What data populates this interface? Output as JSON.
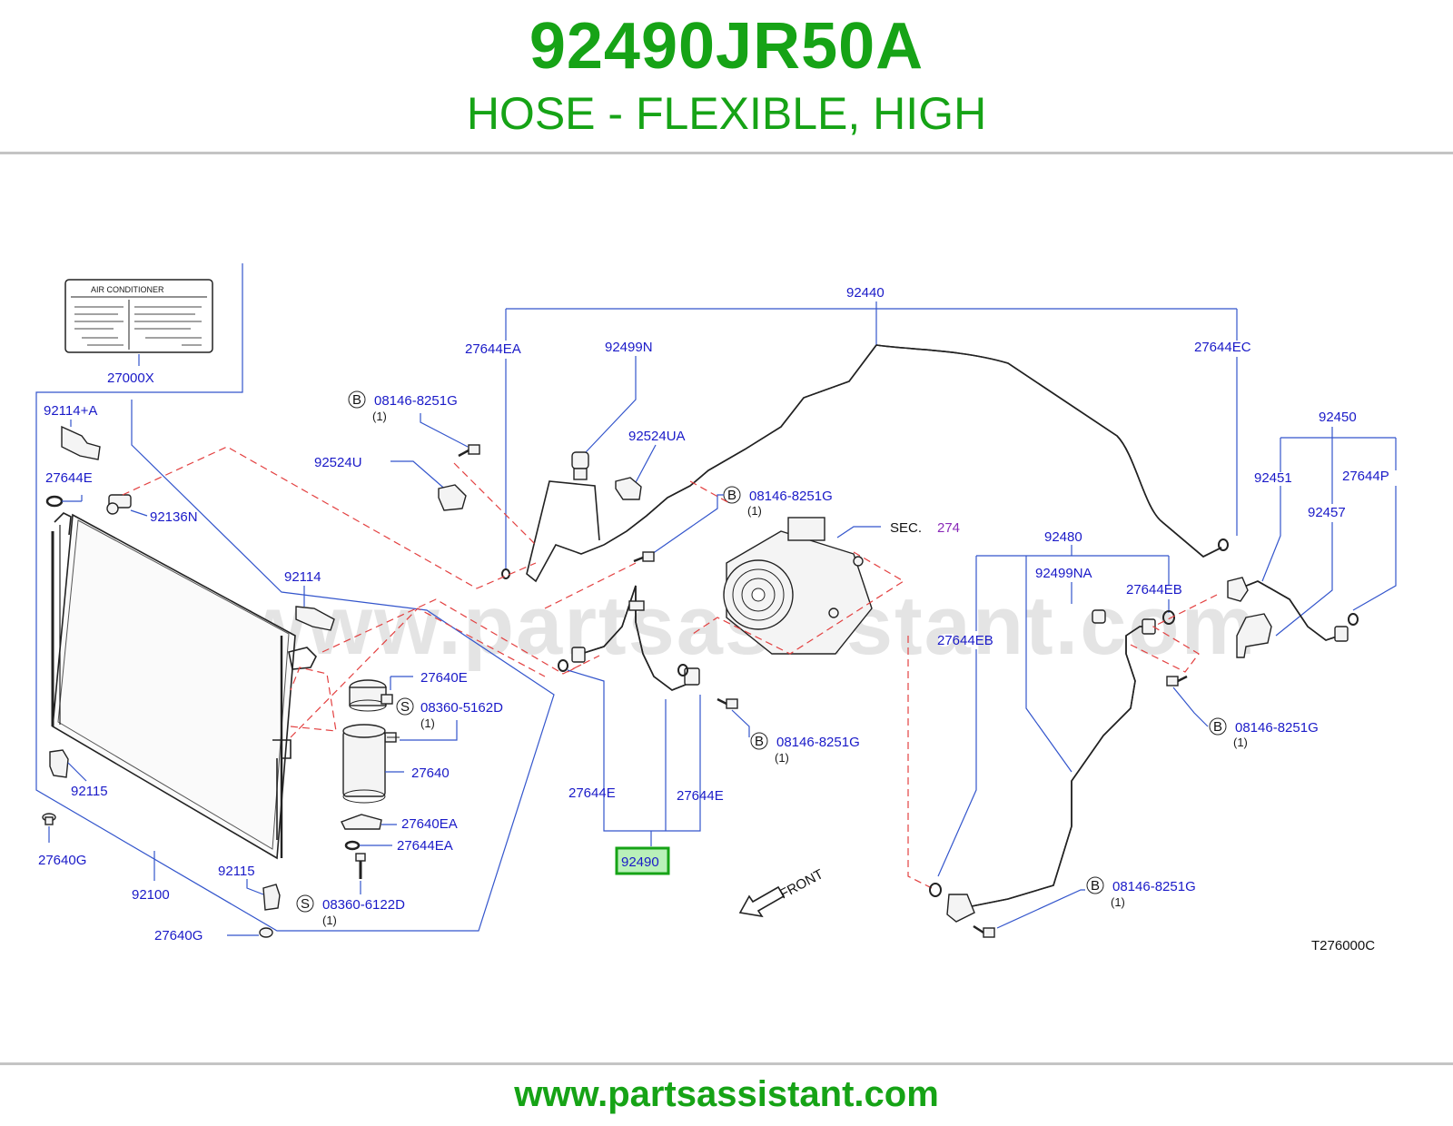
{
  "header": {
    "part_number": "92490JR50A",
    "part_name": "HOSE - FLEXIBLE, HIGH"
  },
  "footer": {
    "url": "www.partsassistant.com"
  },
  "diagram": {
    "watermark": "www.partsassistant.com",
    "diagram_code": "T276000C",
    "front_label": "FRONT",
    "sec_label": "SEC.",
    "sec_number": "274",
    "label_card_title": "AIR    CONDITIONER",
    "highlighted_part": "92490",
    "labels": {
      "l27000X": "27000X",
      "l92114A": "92114+A",
      "l27644E_a": "27644E",
      "l92136N": "92136N",
      "l92114": "92114",
      "l92115_a": "92115",
      "l27640G_a": "27640G",
      "l92100": "92100",
      "l92115_b": "92115",
      "l27640G_b": "27640G",
      "l27640E": "27640E",
      "l08360_5162D": "08360-5162D",
      "l27640": "27640",
      "l27640EA": "27640EA",
      "l27644EA_b": "27644EA",
      "l08360_6122D": "08360-6122D",
      "l92440": "92440",
      "l27644EA": "27644EA",
      "l92499N": "92499N",
      "l27644EC": "27644EC",
      "l08146_a": "08146-8251G",
      "l92524U": "92524U",
      "l92524UA": "92524UA",
      "l08146_b": "08146-8251G",
      "l92450": "92450",
      "l92451": "92451",
      "l27644P": "27644P",
      "l92457": "92457",
      "l92480": "92480",
      "l92499NA": "92499NA",
      "l27644EB_a": "27644EB",
      "l27644EB_b": "27644EB",
      "l08146_c": "08146-8251G",
      "l08146_d": "08146-8251G",
      "l27644E_b": "27644E",
      "l27644E_c": "27644E",
      "l08146_e": "08146-8251G"
    },
    "qty": "(1)",
    "circle_b": "B",
    "circle_s": "S"
  },
  "colors": {
    "title_green": "#16a316",
    "label_blue": "#1a1ac8",
    "leader_blue": "#3355cc",
    "dash_red": "#e34040",
    "highlight_fill": "#b9f0b9"
  }
}
